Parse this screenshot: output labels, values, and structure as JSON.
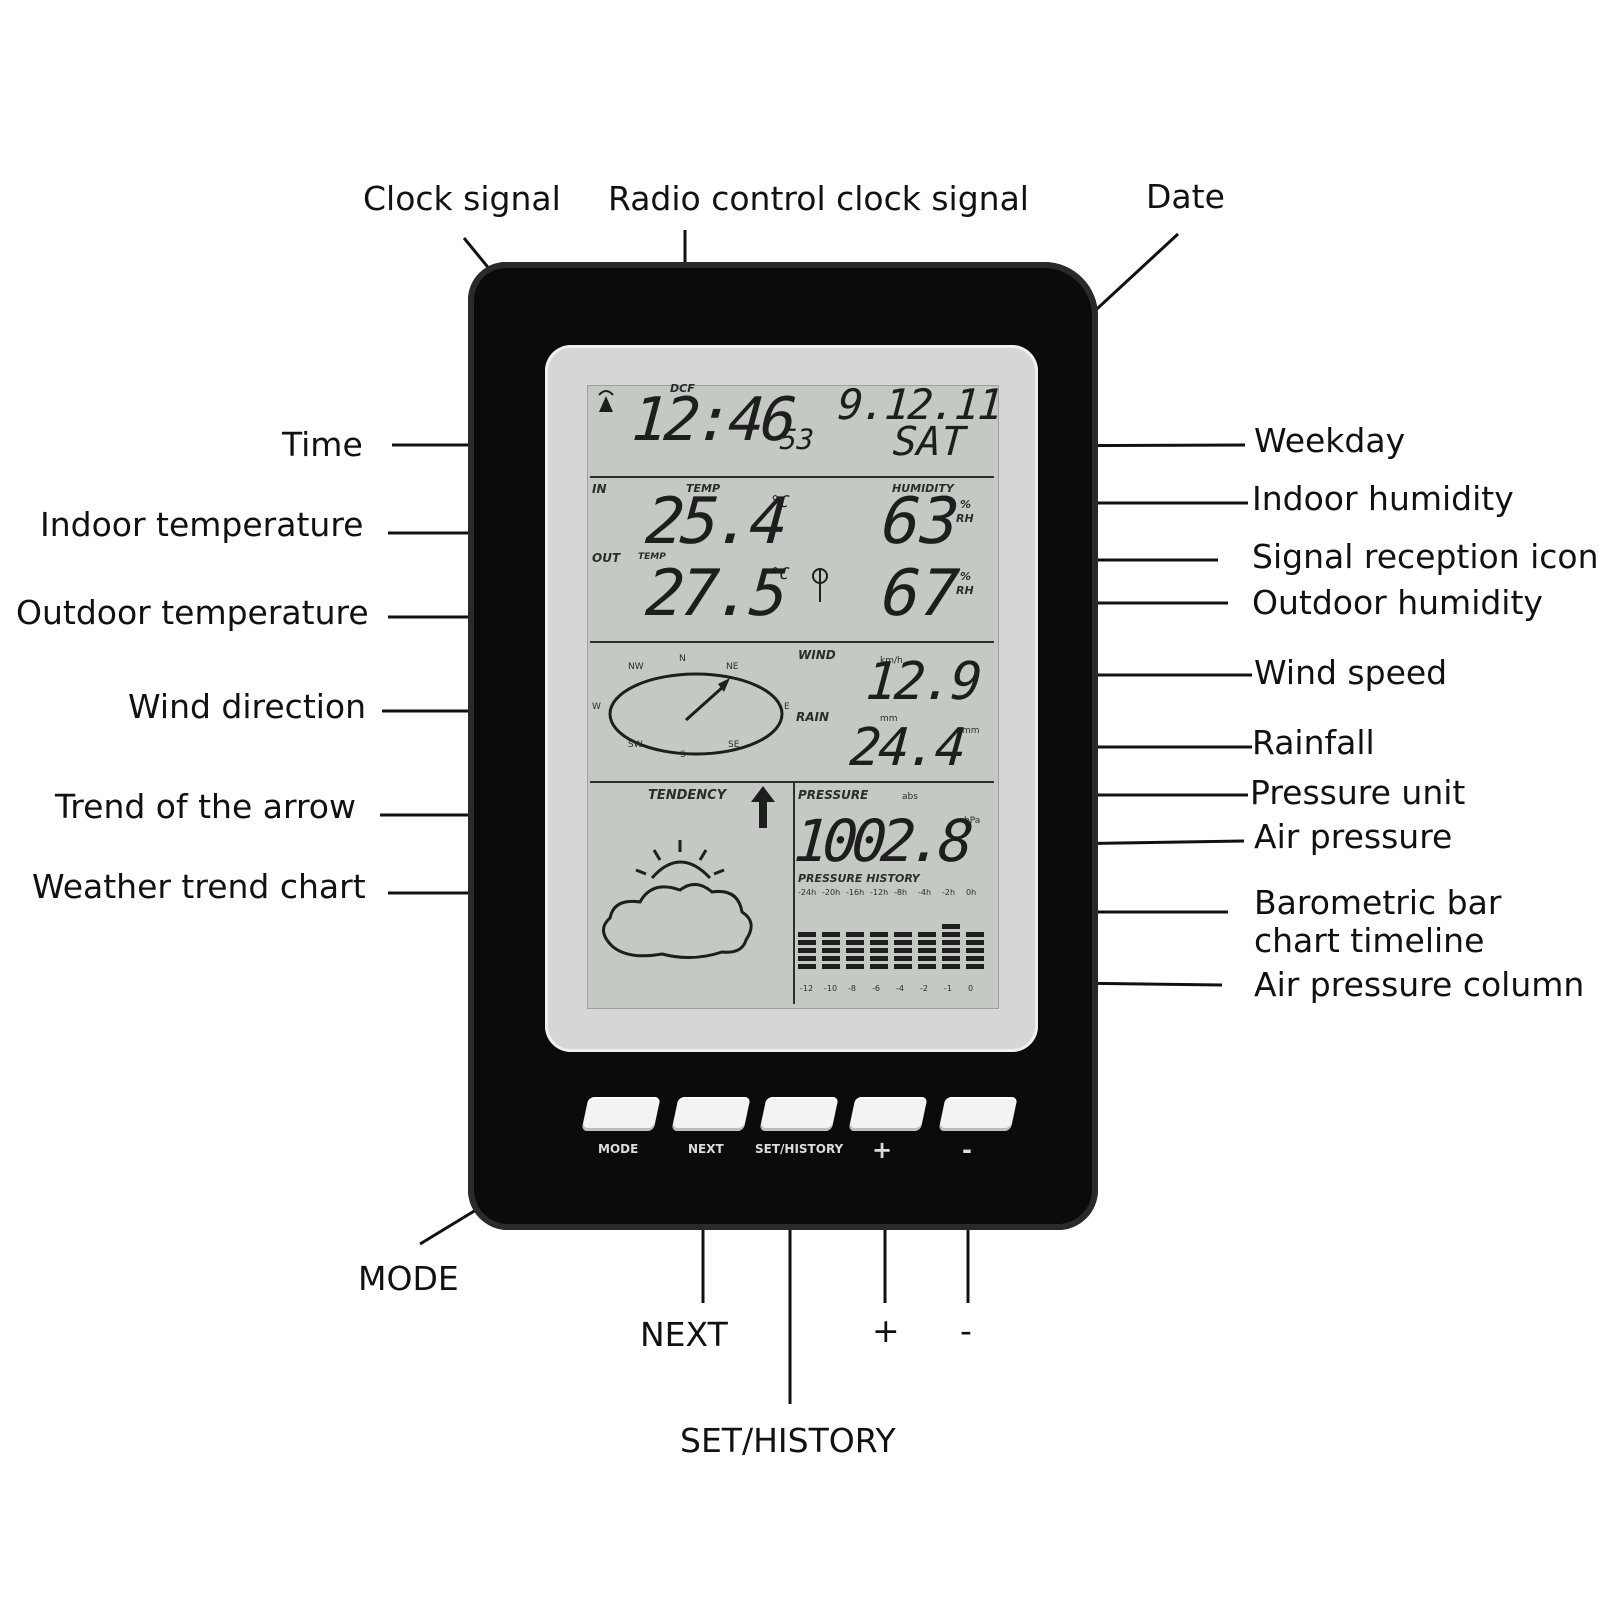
{
  "callouts": {
    "clock_signal": "Clock signal",
    "radio_control_clock_signal": "Radio control clock signal",
    "date": "Date",
    "time": "Time",
    "weekday": "Weekday",
    "indoor_temperature": "Indoor temperature",
    "indoor_humidity": "Indoor humidity",
    "signal_reception_icon": "Signal reception icon",
    "outdoor_temperature": "Outdoor temperature",
    "outdoor_humidity": "Outdoor humidity",
    "wind_direction": "Wind direction",
    "wind_speed": "Wind speed",
    "rainfall": "Rainfall",
    "trend_of_the_arrow": "Trend of the arrow",
    "pressure_unit": "Pressure unit",
    "air_pressure": "Air pressure",
    "weather_trend_chart": "Weather trend chart",
    "barometric_bar_line1": "Barometric bar",
    "barometric_bar_line2": "chart timeline",
    "air_pressure_column": "Air pressure column",
    "mode": "MODE",
    "next": "NEXT",
    "set_history": "SET/HISTORY",
    "plus": "+",
    "minus": "-"
  },
  "display": {
    "dcf": "DCF",
    "time_hm": "12:46",
    "time_s": "53",
    "date": "9.12.11",
    "weekday": "SAT",
    "in_label": "IN",
    "temp_label": "TEMP",
    "humidity_label": "HUMIDITY",
    "indoor_temp": "25.4",
    "temp_unit": "°C",
    "indoor_humidity": "63",
    "pct_label": "%",
    "rh_label": "RH",
    "out_label": "OUT",
    "outdoor_temp": "27.5",
    "outdoor_humidity": "67",
    "wind_label": "WIND",
    "compass": {
      "n": "N",
      "ne": "NE",
      "e": "E",
      "se": "SE",
      "s": "S",
      "sw": "SW",
      "w": "W",
      "nw": "NW"
    },
    "wind_unit": "km/h",
    "wind_speed": "12.9",
    "rain_label": "RAIN",
    "rain_unit_a": "mm",
    "rain_unit_b": "mm",
    "rainfall": "24.4",
    "tendency_label": "TENDENCY",
    "pressure_label": "PRESSURE",
    "pressure_unit": "abs",
    "pressure_value": "1002.8",
    "pressure_value_unit": "hPa",
    "pressure_history_label": "PRESSURE HISTORY",
    "history_top_ticks": [
      "-24h",
      "-20h",
      "-16h",
      "-12h",
      "-8h",
      "-4h",
      "-2h",
      "0h"
    ],
    "history_bottom_ticks": [
      "-12",
      "-10",
      "-8",
      "-6",
      "-4",
      "-2",
      "-1",
      "0"
    ]
  },
  "buttons": {
    "mode": "MODE",
    "next": "NEXT",
    "set_history": "SET/HISTORY",
    "plus": "+",
    "minus": "-"
  },
  "colors": {
    "device_body": "#0b0b0b",
    "bezel": "#d6d6d6",
    "lcd_background": "#c4cac3",
    "lcd_segments": "#1c1f1c"
  },
  "icons": {
    "clock_signal": "antenna-icon",
    "signal_reception": "signal-reception-icon",
    "tendency": "arrow-up-icon",
    "weather": "partly-cloudy-icon"
  }
}
